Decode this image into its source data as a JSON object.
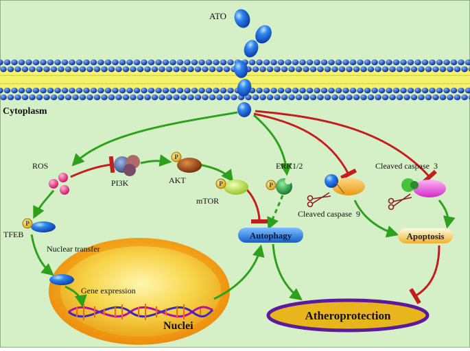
{
  "labels": {
    "ato": "ATO",
    "cytoplasm": "Cytoplasm",
    "ros": "ROS",
    "pi3k": "PI3K",
    "akt": "AKT",
    "erk": "ERK1/2",
    "mtor": "mTOR",
    "tfeb": "TFEB",
    "nuclear_transfer": "Nuclear transfer",
    "gene_expression": "Gene expression",
    "nuclei": "Nuclei",
    "autophagy": "Autophagy",
    "cleaved_caspase_9": "Cleaved caspase  9",
    "cleaved_caspase_3": "Cleaved caspase  3",
    "apoptosis": "Apoptosis",
    "atheroprotection": "Atheroprotection",
    "phospho": "P"
  },
  "colors": {
    "background": "#d5efc6",
    "membrane_head": "#1e4fb4",
    "membrane_core": "#f4f36a",
    "activation_arrow": "#2ea11c",
    "inhibition_arrow": "#c21e1e",
    "ato_molecule": "#1f6fe0",
    "nucleus": "#f1aa1c",
    "atheroprotection_border": "#5b1a9e",
    "atheroprotection_fill": "#e9b51c"
  }
}
